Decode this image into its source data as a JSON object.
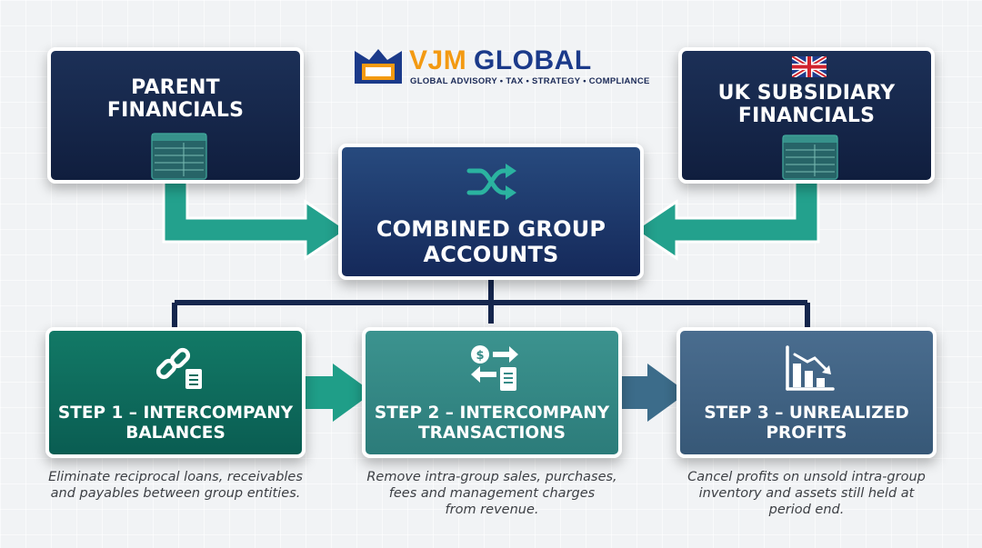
{
  "brand": {
    "name_part1": "VJM",
    "name_part2": "GLOBAL",
    "tagline": "GLOBAL ADVISORY • TAX • STRATEGY • COMPLIANCE"
  },
  "parent": {
    "line1": "PARENT",
    "line2": "FINANCIALS"
  },
  "subsidiary": {
    "line1": "UK SUBSIDIARY",
    "line2": "FINANCIALS"
  },
  "combined": {
    "line1": "COMBINED GROUP",
    "line2": "ACCOUNTS"
  },
  "steps": [
    {
      "line1": "STEP 1 – INTERCOMPANY",
      "line2": "BALANCES",
      "desc1": "Eliminate reciprocal loans, receivables",
      "desc2": "and payables between group entities."
    },
    {
      "line1": "STEP 2 – INTERCOMPANY",
      "line2": "TRANSACTIONS",
      "desc1": "Remove intra-group sales, purchases,",
      "desc2": "fees and management charges",
      "desc3": "from revenue."
    },
    {
      "line1": "STEP 3 – UNREALIZED",
      "line2": "PROFITS",
      "desc1": "Cancel profits on unsold intra-group",
      "desc2": "inventory and assets still held at",
      "desc3": "period end."
    }
  ],
  "colors": {
    "navy": "#101e3e",
    "arrow_teal": "#1f9d8c",
    "step1": "#0e6d5e",
    "step2": "#358a87",
    "step3": "#41637f",
    "logo_blue": "#1b3a8a",
    "logo_orange": "#f39a12"
  },
  "icons": {
    "parent": "spreadsheet-icon",
    "subsidiary": "spreadsheet-icon",
    "flag": "uk-flag-icon",
    "combined": "shuffle-icon",
    "step1": "link-document-icon",
    "step2": "money-exchange-icon",
    "step3": "declining-chart-icon"
  }
}
